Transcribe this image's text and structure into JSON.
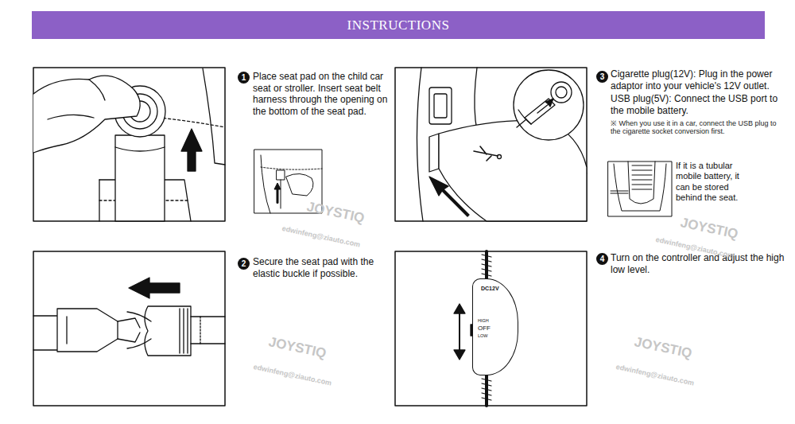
{
  "diagram": {
    "title": "INSTRUCTIONS",
    "nodes": [
      {
        "text": [
          "1"
        ]
      },
      {
        "text": [
          "2"
        ]
      },
      {
        "text": [
          "3"
        ]
      },
      {
        "text": [
          "4"
        ]
      },
      {
        "text": [
          "DC12V",
          "HIGH",
          "OFF",
          "LOW"
        ]
      }
    ],
    "labels": [
      "Place seat pad on the child car seat or stroller. Insert seat belt harness through the opening on the bottom of the seat pad.",
      "Secure the seat pad with the elastic buckle if possible.",
      "Cigarette plug(12V): Plug in the power adaptor into your vehicle's 12V outlet.",
      "USB plug(5V): Connect the USB port to the mobile battery.",
      "※ When you use it in a car, connect the USB plug to the cigarette socket conversion first.",
      "If it is a tubular mobile battery, it can be stored behind the seat.",
      "Turn on the controller and adjust the high low level.",
      "JOYSTIQ",
      "edwinfeng@ziauto.com",
      "JOYSTIQ",
      "edwinfeng@ziauto.com",
      "JOYSTIQ",
      "edwinfeng@ziauto.com",
      "JOYSTIQ",
      "edwinfeng@ziauto.com"
    ]
  }
}
